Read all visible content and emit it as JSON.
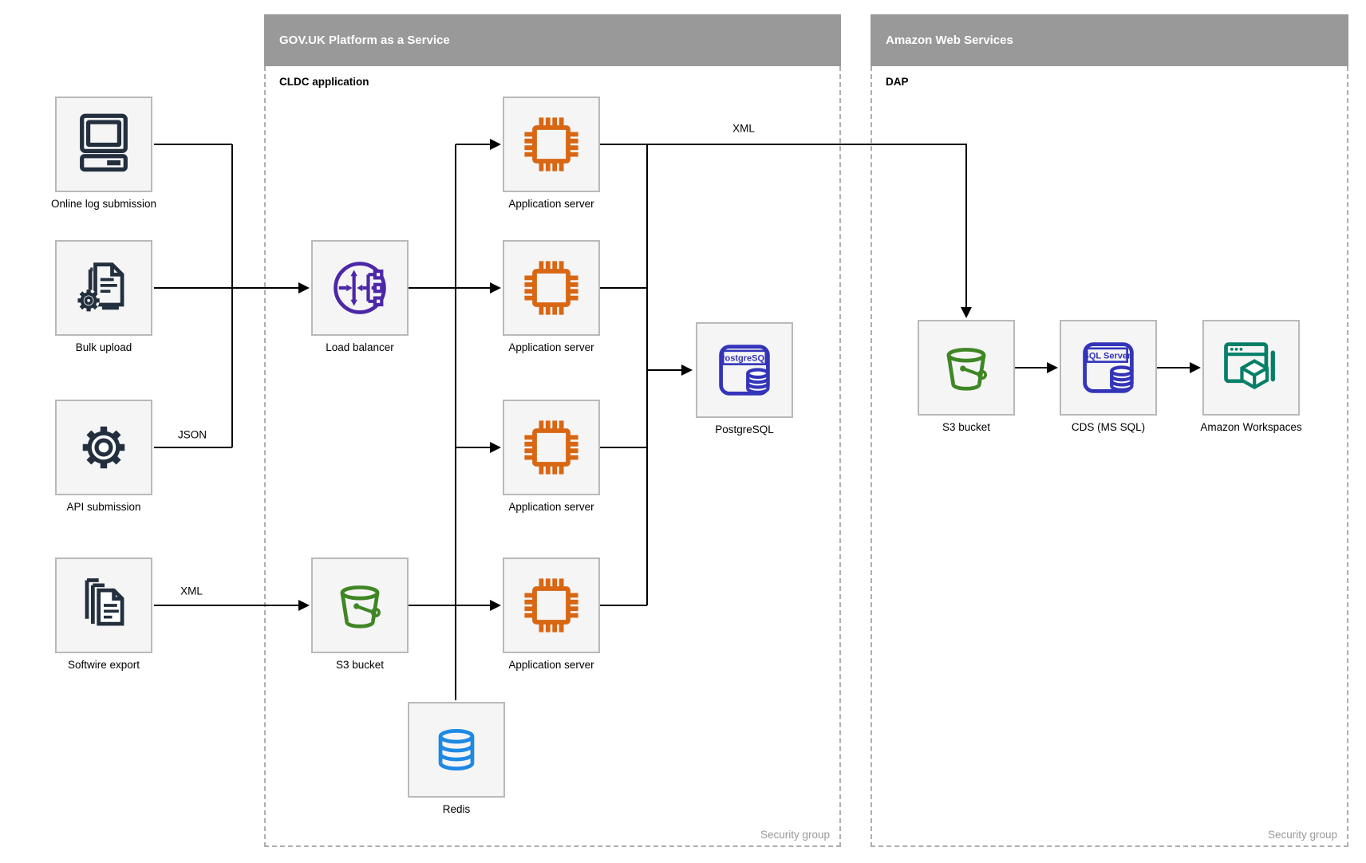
{
  "diagram": {
    "containers": {
      "paas": {
        "title": "GOV.UK Platform as a Service",
        "sublabel": "CLDC application",
        "footer": "Security group"
      },
      "aws": {
        "title": "Amazon Web Services",
        "sublabel": "DAP",
        "footer": "Security group"
      }
    },
    "nodes": {
      "online": {
        "label": "Online log submission"
      },
      "bulk": {
        "label": "Bulk upload"
      },
      "api": {
        "label": "API submission"
      },
      "softwire": {
        "label": "Softwire export"
      },
      "lb": {
        "label": "Load balancer"
      },
      "app1": {
        "label": "Application server"
      },
      "app2": {
        "label": "Application server"
      },
      "app3": {
        "label": "Application server"
      },
      "app4": {
        "label": "Application server"
      },
      "pg": {
        "label": "PostgreSQL"
      },
      "s3paas": {
        "label": "S3 bucket"
      },
      "redis": {
        "label": "Redis"
      },
      "s3aws": {
        "label": "S3 bucket"
      },
      "cds": {
        "label": "CDS (MS SQL)"
      },
      "ws": {
        "label": "Amazon Workspaces"
      }
    },
    "edge_labels": {
      "json": "JSON",
      "xml_export": "XML",
      "xml_feed": "XML"
    },
    "icon_text": {
      "postgresql": "PostgreSQL",
      "sqlserver": "SQL Server"
    },
    "colors": {
      "header_bg": "#999999",
      "header_text": "#ffffff",
      "node_fill": "#f5f5f5",
      "node_border": "#b9b9b9",
      "edge": "#000000",
      "dark_icon": "#232f3e",
      "purple_icon": "#4d27a8",
      "orange_icon": "#d86613",
      "indigo_icon": "#3334b9",
      "green_icon": "#3f8624",
      "blue_icon": "#1e88e5",
      "teal_icon": "#067f68",
      "muted_text": "#999999"
    }
  }
}
